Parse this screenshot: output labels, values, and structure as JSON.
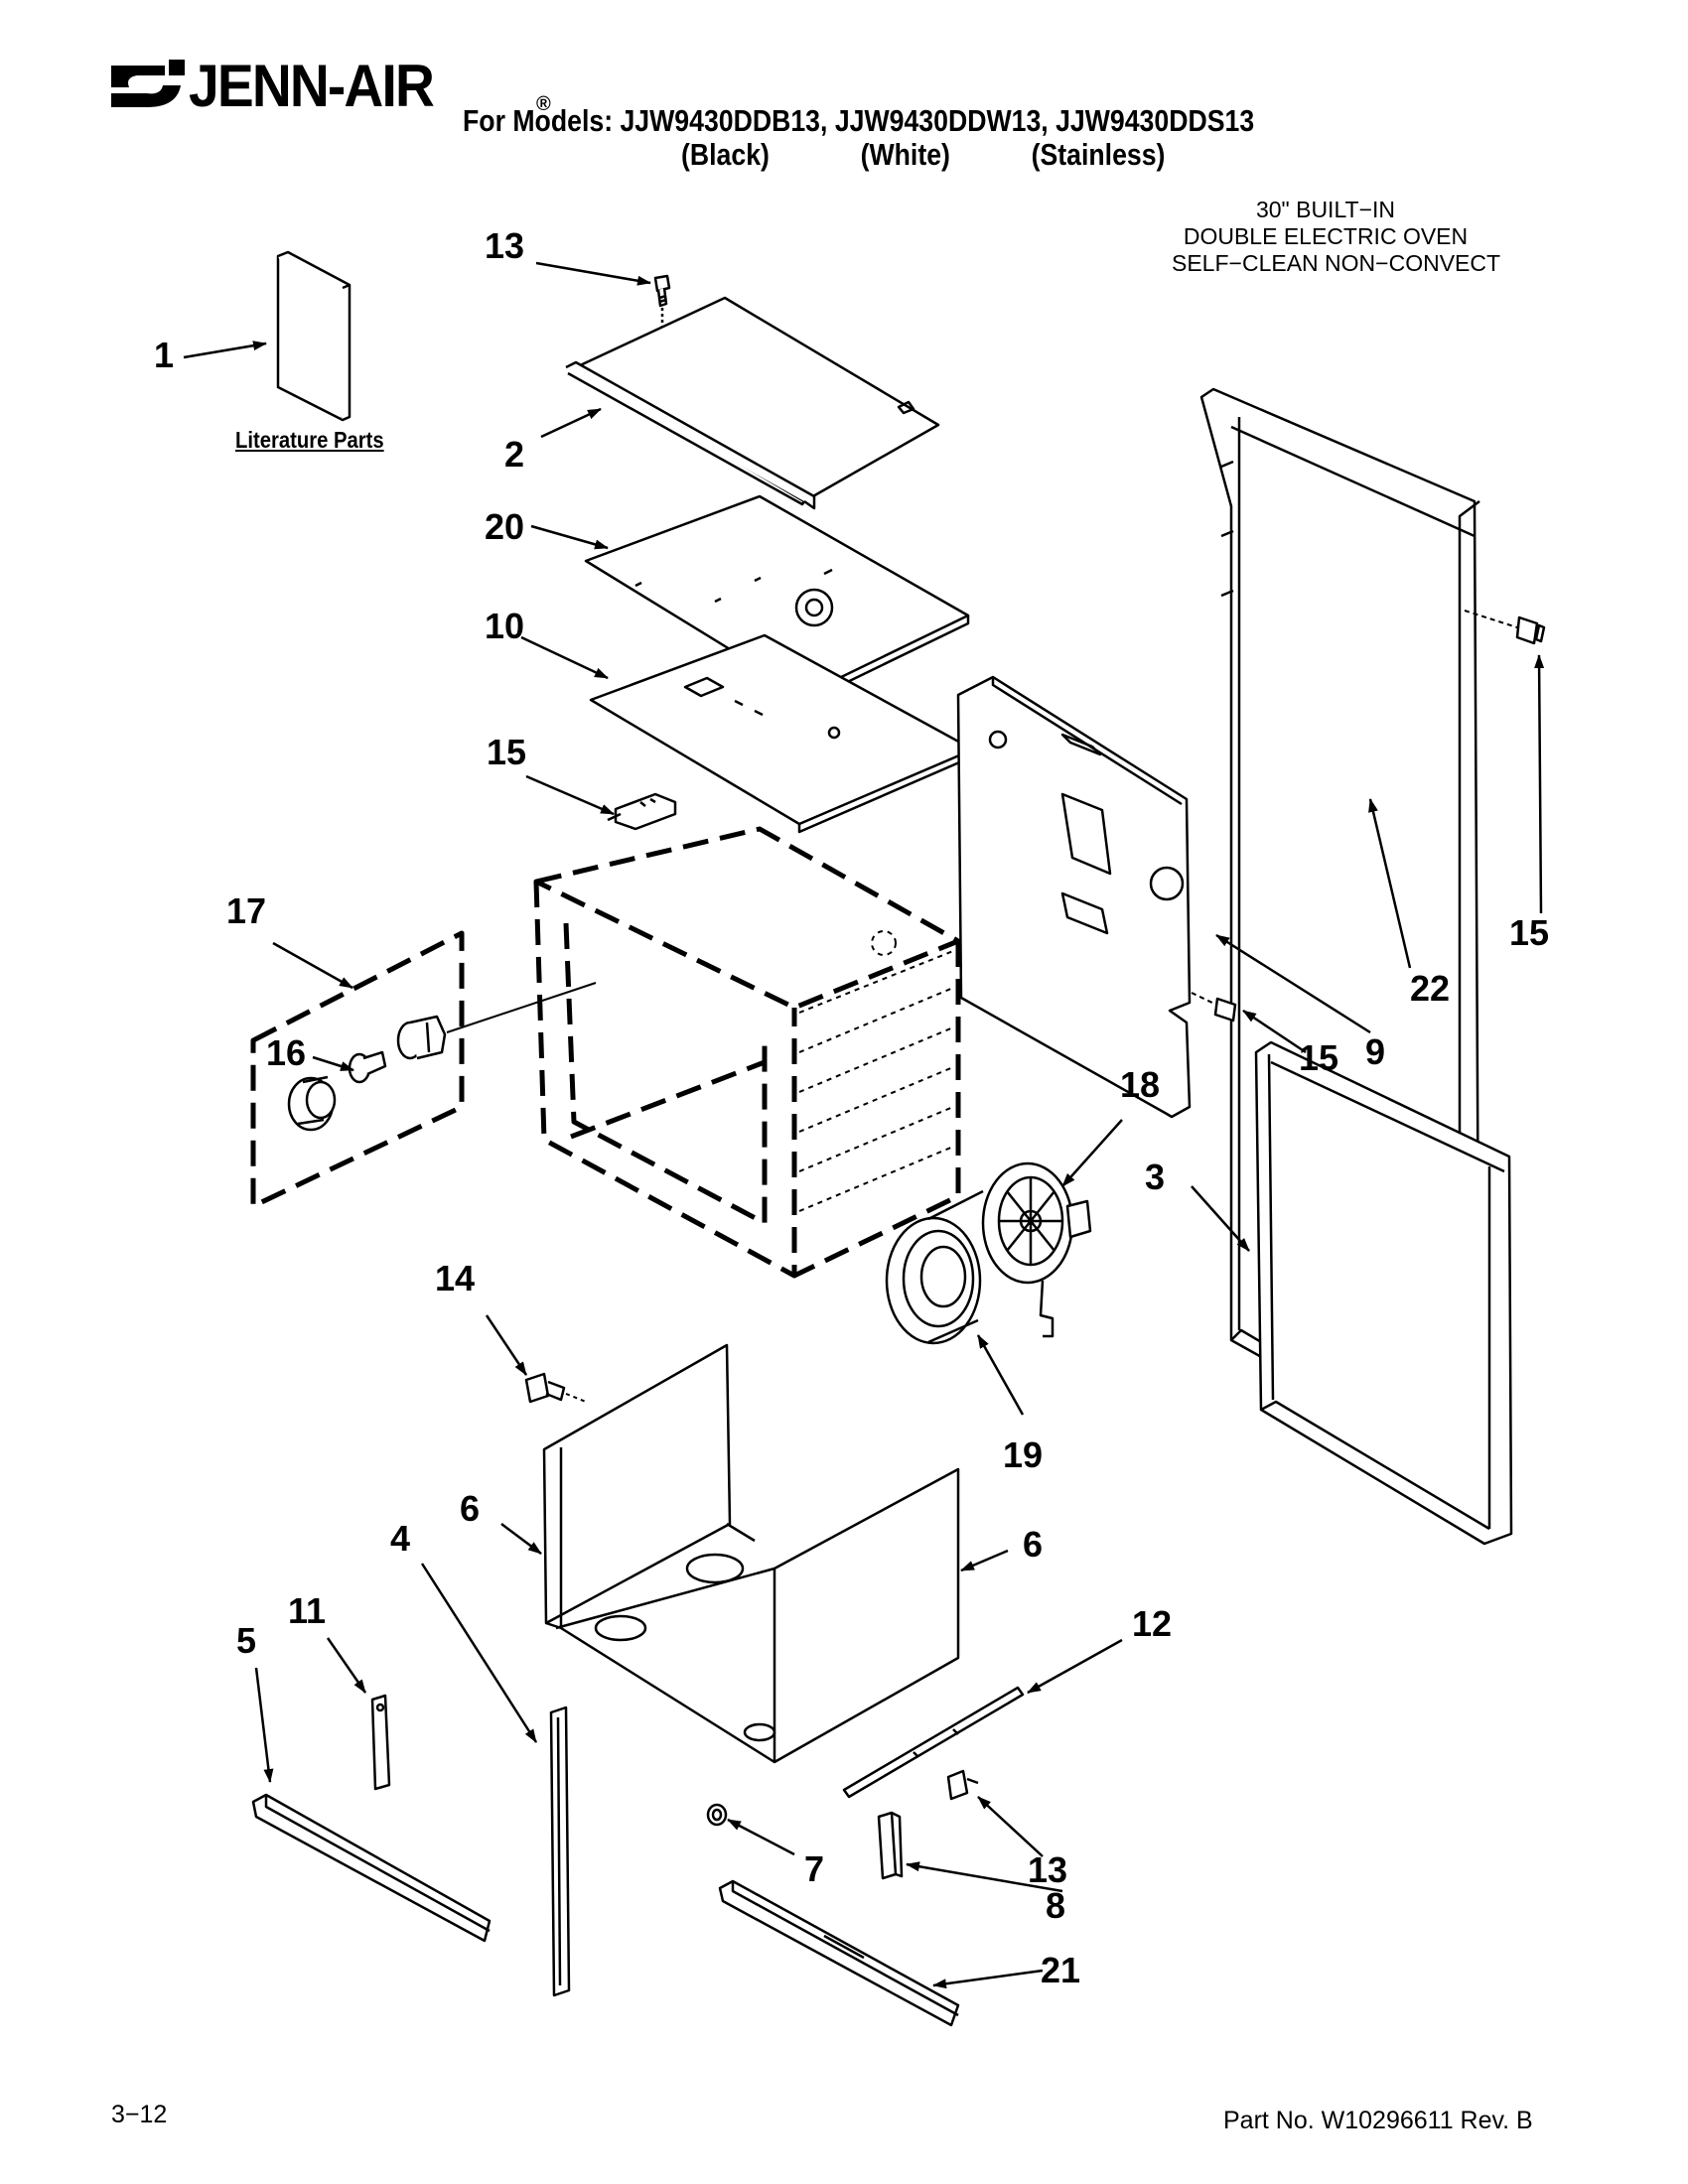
{
  "header": {
    "brand_name": "JENN-AIR",
    "registered_mark": "®",
    "models_line": "For Models: JJW9430DDB13, JJW9430DDW13, JJW9430DDS13",
    "variant_black": "(Black)",
    "variant_white": "(White)",
    "variant_stainless": "(Stainless)"
  },
  "description": {
    "line1": "30\" BUILT−IN",
    "line2": "DOUBLE ELECTRIC OVEN",
    "line3": "SELF−CLEAN NON−CONVECT"
  },
  "literature_label": "Literature Parts",
  "callouts": {
    "c1": "1",
    "c2": "2",
    "c3": "3",
    "c4": "4",
    "c5": "5",
    "c6a": "6",
    "c6b": "6",
    "c7": "7",
    "c8": "8",
    "c9": "9",
    "c10": "10",
    "c11": "11",
    "c12": "12",
    "c13a": "13",
    "c13b": "13",
    "c14": "14",
    "c15a": "15",
    "c15b": "15",
    "c15c": "15",
    "c16": "16",
    "c17": "17",
    "c18": "18",
    "c19": "19",
    "c20": "20",
    "c21": "21",
    "c22": "22"
  },
  "footer": {
    "page_number": "3−12",
    "part_number": "Part No. W10296611 Rev. B"
  }
}
